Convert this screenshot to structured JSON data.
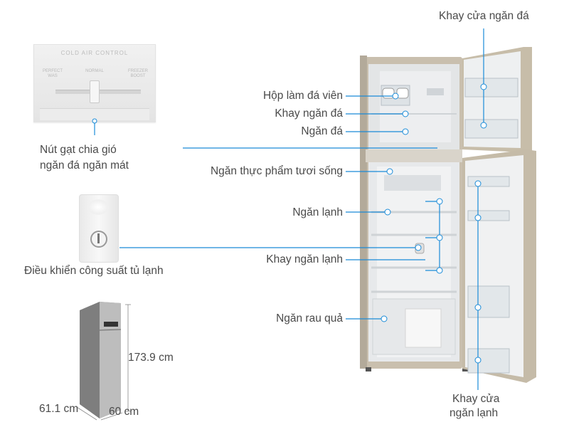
{
  "cold_air_control": {
    "panel_title": "COLD AIR CONTROL",
    "label_left": "PERFECT WAS",
    "label_center": "NORMAL",
    "label_right": "FREEZER BOOST",
    "caption_line1": "Nút gạt chia gió",
    "caption_line2": "ngăn đá ngăn mát"
  },
  "power_control": {
    "caption": "Điều  khiển công suất tủ lạnh"
  },
  "dimensions": {
    "height": "173.9 cm",
    "depth": "61.1 cm",
    "width": "60 cm"
  },
  "labels": {
    "ice_cube_box": "Hộp làm đá viên",
    "freezer_tray": "Khay ngăn đá",
    "freezer_compartment": "Ngăn đá",
    "fresh_food_compartment": "Ngăn thực  phẩm tươi sống",
    "fridge_compartment": "Ngăn lạnh",
    "fridge_tray": "Khay ngăn lạnh",
    "crisper": "Ngăn rau quả",
    "freezer_door_tray": "Khay cửa ngăn đá",
    "fridge_door_tray_line1": "Khay cửa",
    "fridge_door_tray_line2": "ngăn lạnh"
  },
  "colors": {
    "leader_line": "#1a8bd8",
    "dot": "#ffffff",
    "fridge_body": "#c9bfae"
  }
}
